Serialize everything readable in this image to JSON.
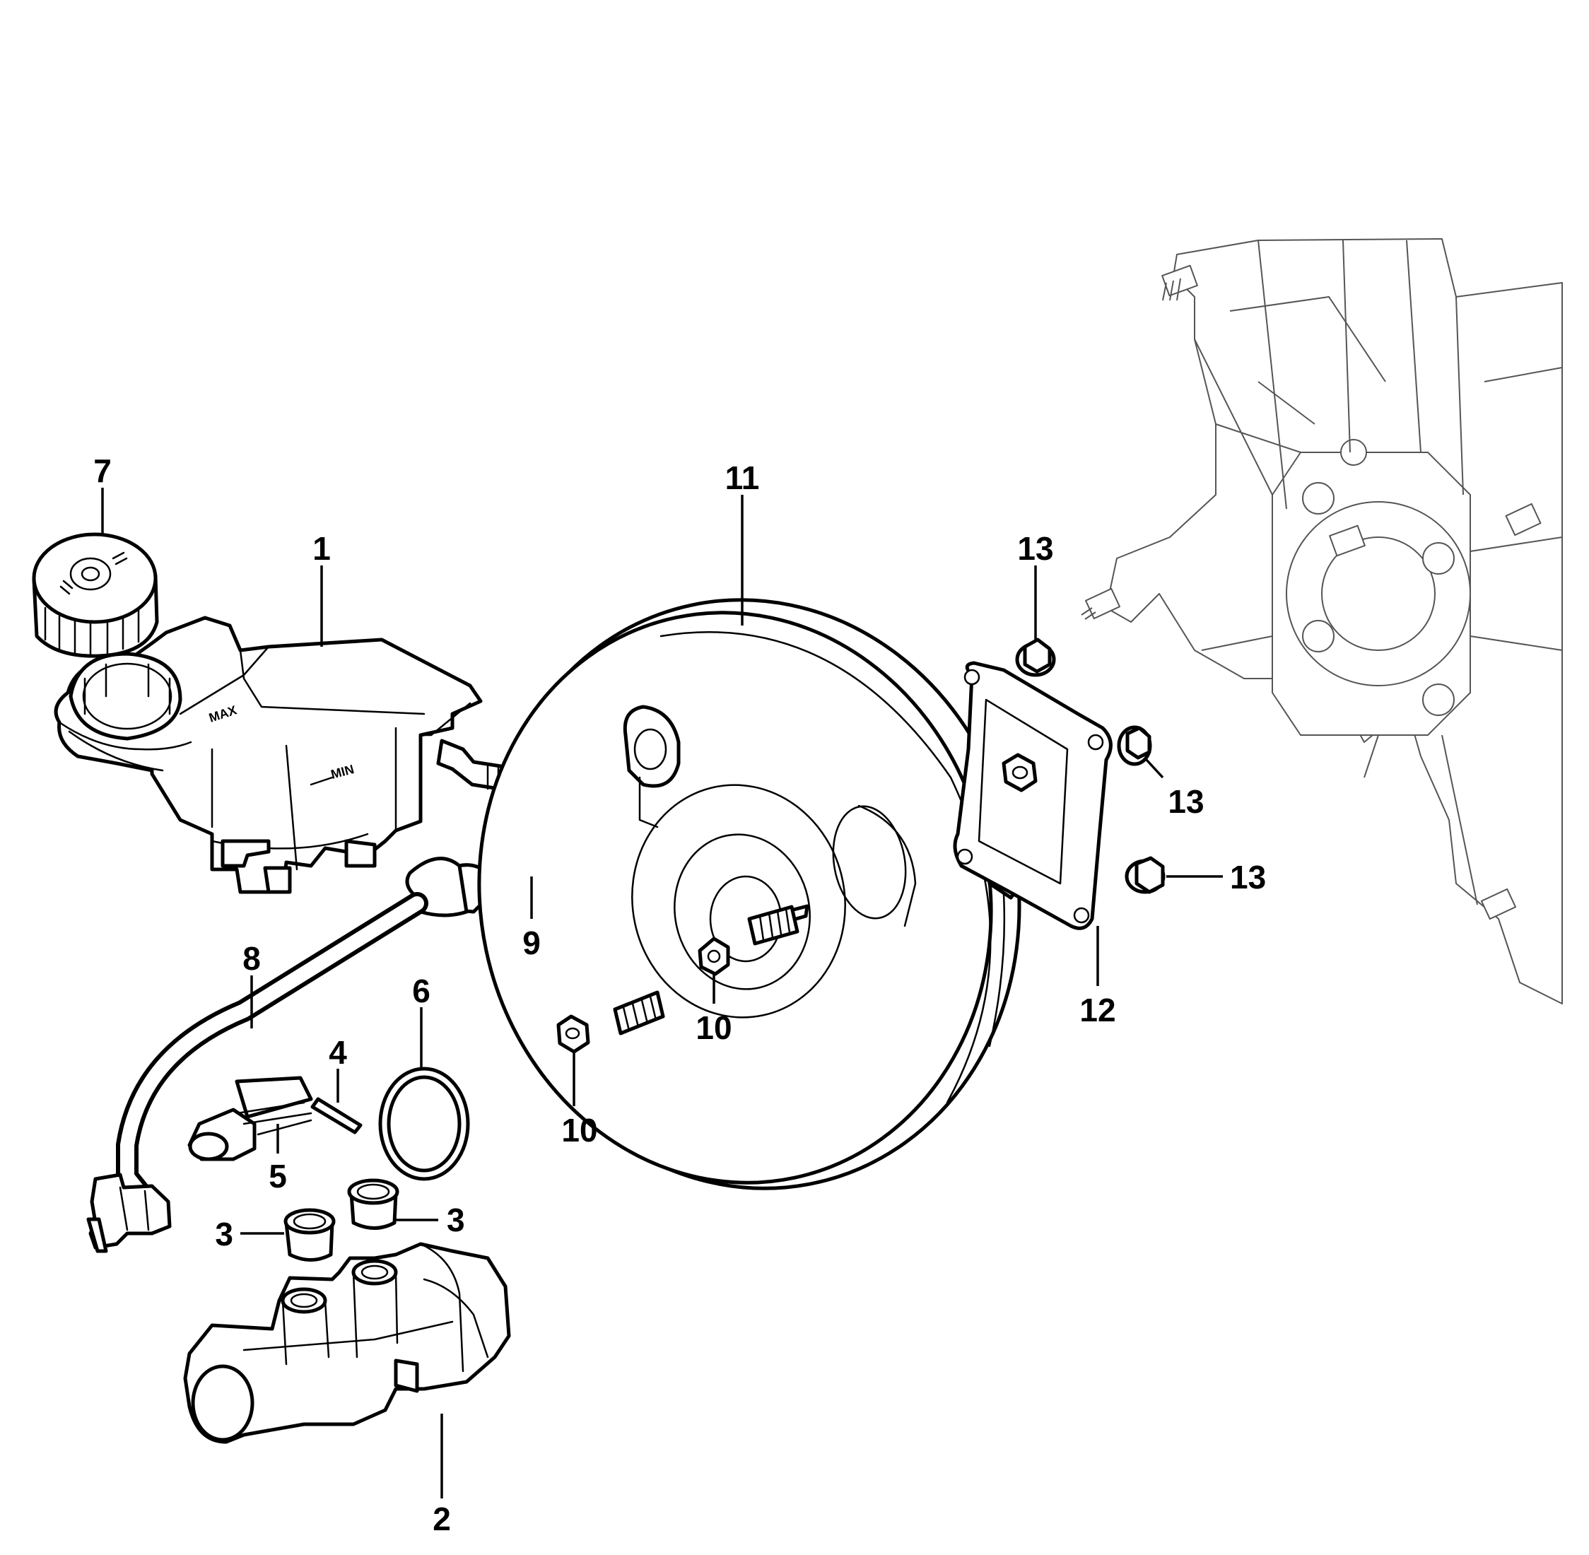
{
  "callouts": {
    "c1": "1",
    "c2": "2",
    "c3a": "3",
    "c3b": "3",
    "c4": "4",
    "c5": "5",
    "c6": "6",
    "c7": "7",
    "c8": "8",
    "c9": "9",
    "c10a": "10",
    "c10b": "10",
    "c11": "11",
    "c12": "12",
    "c13a": "13",
    "c13b": "13",
    "c13c": "13"
  },
  "markings": {
    "reservoir_max": "MAX",
    "reservoir_min": "MIN"
  }
}
